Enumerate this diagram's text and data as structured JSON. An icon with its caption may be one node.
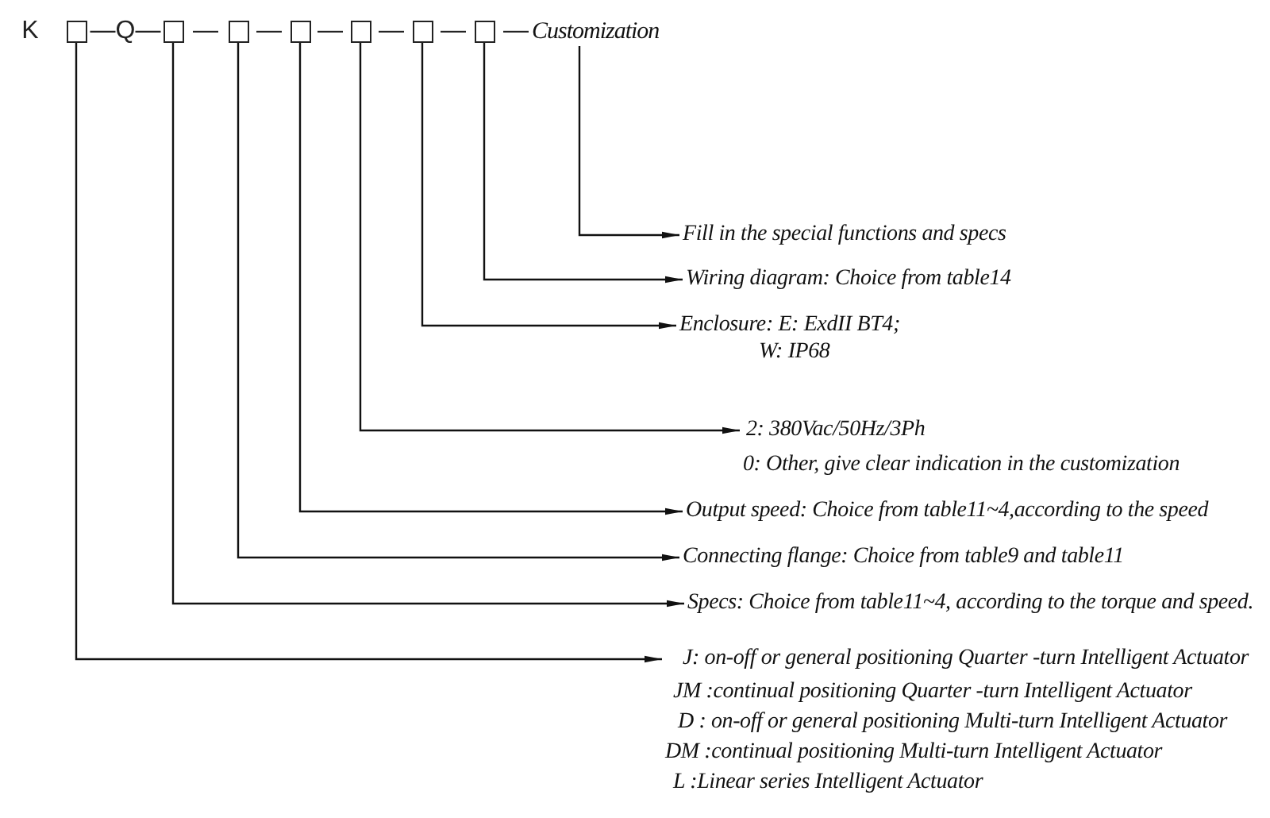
{
  "diagram": {
    "nodes": [
      {
        "text": [],
        "shape": "box"
      },
      {
        "text": [],
        "shape": "box"
      },
      {
        "text": [],
        "shape": "box"
      },
      {
        "text": [],
        "shape": "box"
      },
      {
        "text": [],
        "shape": "box"
      },
      {
        "text": [],
        "shape": "box"
      },
      {
        "text": [],
        "shape": "box"
      },
      {
        "text": [
          "Customization"
        ]
      },
      {
        "text": [
          "Fill in the special functions and specs"
        ]
      },
      {
        "text": [
          "Wiring diagram: Choice from table14"
        ]
      },
      {
        "text": [
          "Enclosure: E: ExdII BT4;",
          "W: IP68"
        ]
      },
      {
        "text": [
          "2: 380Vac/50Hz/3Ph",
          "0: Other, give clear indication in the customization"
        ]
      },
      {
        "text": [
          "Output speed: Choice from table11~4,according to the speed"
        ]
      },
      {
        "text": [
          "Connecting flange: Choice from table9 and table11"
        ]
      },
      {
        "text": [
          "Specs: Choice from table11~4, according to the torque and speed."
        ]
      },
      {
        "text": [
          "J: on-off or general positioning Quarter -turn Intelligent Actuator",
          "JM :continual positioning Quarter -turn Intelligent Actuator",
          "D : on-off or general positioning Multi-turn Intelligent Actuator",
          "DM :continual positioning Multi-turn Intelligent Actuator",
          "L :Linear series Intelligent Actuator"
        ]
      }
    ],
    "edges": [
      {
        "from": 0,
        "to": 15,
        "arrow": "to"
      },
      {
        "from": 1,
        "to": 14,
        "arrow": "to"
      },
      {
        "from": 2,
        "to": 13,
        "arrow": "to"
      },
      {
        "from": 3,
        "to": 12,
        "arrow": "to"
      },
      {
        "from": 4,
        "to": 11,
        "arrow": "to"
      },
      {
        "from": 5,
        "to": 10,
        "arrow": "to"
      },
      {
        "from": 6,
        "to": 9,
        "arrow": "to"
      },
      {
        "from": 7,
        "to": 8,
        "arrow": "to"
      }
    ],
    "labels": [
      "K",
      "—Q—",
      "—",
      "—",
      "—",
      "—",
      "—",
      "—"
    ]
  }
}
